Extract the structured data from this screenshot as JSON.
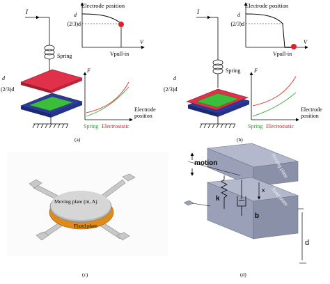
{
  "panels": {
    "a": {
      "caption": "(a)",
      "current_label": "I",
      "spring_label": "Spring",
      "gap_label_full": "d",
      "gap_label_two_thirds": "(2/3)d",
      "graph_top": {
        "y_axis_label": "Electrode position",
        "x_axis_label": "V",
        "tick_y": "(2/3)d",
        "tick_y_top": "d",
        "tick_x": "Vpull-in"
      },
      "graph_force": {
        "y_axis_label": "F",
        "x_axis_label_line1": "Electrode",
        "x_axis_label_line2": "position",
        "legend_spring": "Spring",
        "legend_electrostatic": "Electrostatic"
      }
    },
    "b": {
      "caption": "(b)",
      "current_label": "I",
      "spring_label": "Spring",
      "gap_label_full": "d",
      "gap_label_two_thirds": "(2/3)d",
      "graph_top": {
        "y_axis_label": "Electrode position",
        "x_axis_label": "V",
        "tick_y": "(2/3)d",
        "tick_y_top": "d",
        "tick_x": "Vpull-in"
      },
      "graph_force": {
        "y_axis_label": "F",
        "x_axis_label_line1": "Electrode",
        "x_axis_label_line2": "position",
        "legend_spring": "Spring",
        "legend_electrostatic": "Electrostatic"
      }
    },
    "c": {
      "caption": "(c)",
      "moving_plate_label": "Moving plate (m, A)",
      "fixed_plate_label": "Fixed plate"
    },
    "d": {
      "caption": "(d)",
      "motion_label": "motion",
      "moving_plate_label": "moving plate",
      "fixed_plate_label": "fixed plate",
      "spring_label": "k",
      "damper_label": "b",
      "displacement_label": "x",
      "gap_label": "d"
    }
  },
  "colors": {
    "spring_curve": "#4caf50",
    "electrostatic_curve": "#e53935",
    "pullin_marker": "#e0202a",
    "top_plate": "#e0304a",
    "bottom_plate_blue": "#2c3a9c",
    "bottom_plate_green": "#3bbf3b",
    "disk_orange": "#e08a1a"
  }
}
